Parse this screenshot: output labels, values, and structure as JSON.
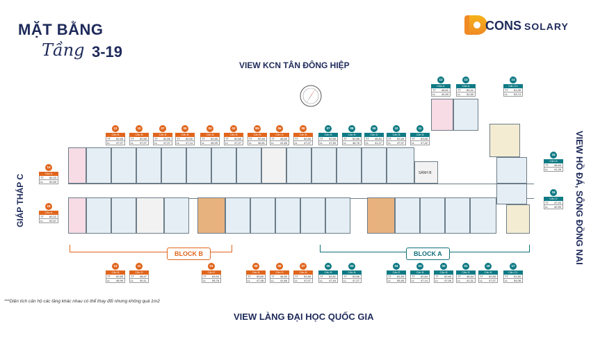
{
  "title": {
    "line1": "MẶT BẰNG",
    "line2": "Tầng",
    "line3": "3-19"
  },
  "logo": {
    "brand": "CONS",
    "brand2": "SOLARY"
  },
  "views": {
    "top": "VIEW KCN TÂN ĐÔNG HIỆP",
    "bottom": "VIEW LÀNG ĐẠI HỌC QUỐC GIA",
    "right": "VIEW HỒ ĐÁ, SÔNG ĐỒNG NAI",
    "left": "GIÁP THÁP C"
  },
  "blocks": {
    "a": "BLOCK A",
    "b": "BLOCK B"
  },
  "stair_label": "SẢNH B",
  "note": "***Diện tích căn hộ các tầng khác nhau có thể thay đổi nhưng không quá 1m2",
  "labels": {
    "tt": "TT",
    "ll": "LL"
  },
  "colors": {
    "block_b": "#e0651c",
    "block_a": "#0f6f7a",
    "title": "#1e2a5a"
  },
  "units": [
    {
      "no": "12",
      "name": "Căn B",
      "tt": "52,65",
      "ll": "47,07",
      "side": "o"
    },
    {
      "no": "10",
      "name": "Căn B",
      "tt": "52,65",
      "ll": "47,07",
      "side": "o"
    },
    {
      "no": "07",
      "name": "Căn B",
      "tt": "52,65",
      "ll": "47,07",
      "side": "o"
    },
    {
      "no": "05",
      "name": "Căn B",
      "tt": "52,65",
      "ll": "47,14",
      "side": "o"
    },
    {
      "no": "03",
      "name": "Căn B",
      "tt": "52,65",
      "ll": "46,99",
      "side": "o"
    },
    {
      "no": "02",
      "name": "Căn B",
      "tt": "52,65",
      "ll": "47,07",
      "side": "o"
    },
    {
      "no": "B5",
      "name": "Căn B",
      "tt": "52,69",
      "ll": "46,81",
      "side": "o"
    },
    {
      "no": "06",
      "name": "Căn D",
      "tt": "46,50",
      "ll": "41,65",
      "side": "o"
    },
    {
      "no": "08",
      "name": "Căn B",
      "tt": "52,65",
      "ll": "47,07",
      "side": "o"
    },
    {
      "no": "07",
      "name": "Căn B",
      "tt": "52,65",
      "ll": "47,50",
      "side": "t"
    },
    {
      "no": "08",
      "name": "Căn B",
      "tt": "52,65",
      "ll": "46,76",
      "side": "t"
    },
    {
      "no": "09",
      "name": "Căn D",
      "tt": "46,54",
      "ll": "41,27",
      "side": "t"
    },
    {
      "no": "10",
      "name": "Căn B",
      "tt": "52,65",
      "ll": "47,07",
      "side": "t"
    },
    {
      "no": "11",
      "name": "Căn B",
      "tt": "53,55",
      "ll": "47,42",
      "side": "t"
    },
    {
      "no": "12",
      "name": "Căn A",
      "tt": "46,61",
      "ll": "40,93",
      "side": "t"
    },
    {
      "no": "13",
      "name": "Căn A",
      "tt": "60,41",
      "ll": "52,50",
      "side": "t"
    },
    {
      "no": "14",
      "name": "Căn C1",
      "tt": "61,05",
      "ll": "53,74",
      "side": "t"
    },
    {
      "no": "15",
      "name": "Căn D",
      "tt": "46,54",
      "ll": "41,26",
      "side": "t"
    },
    {
      "no": "16",
      "name": "Căn D",
      "tt": "47,03",
      "ll": "40,90",
      "side": "t"
    },
    {
      "no": "14",
      "name": "Căn A",
      "tt": "60,23",
      "ll": "52,50",
      "side": "o"
    },
    {
      "no": "15",
      "name": "Căn A",
      "tt": "60,22",
      "ll": "52,57",
      "side": "o"
    },
    {
      "no": "13",
      "name": "Căn B",
      "tt": "52,65",
      "ll": "46,99",
      "side": "o"
    },
    {
      "no": "11",
      "name": "Căn D",
      "tt": "48,47",
      "ll": "40,11",
      "side": "o"
    },
    {
      "no": "01",
      "name": "Căn E",
      "tt": "63,54",
      "ll": "55,78",
      "side": "o"
    },
    {
      "no": "08",
      "name": "Căn B",
      "tt": "53,69",
      "ll": "47,38",
      "side": "o"
    },
    {
      "no": "06",
      "name": "Căn D",
      "tt": "46,50",
      "ll": "41,66",
      "side": "o"
    },
    {
      "no": "07",
      "name": "Căn B",
      "tt": "52,65",
      "ll": "47,07",
      "side": "o"
    },
    {
      "no": "05",
      "name": "Căn B",
      "tt": "52,61",
      "ll": "47,44",
      "side": "t"
    },
    {
      "no": "03",
      "name": "Căn B",
      "tt": "53,56",
      "ll": "47,27",
      "side": "t"
    },
    {
      "no": "04",
      "name": "Căn E",
      "tt": "62,59",
      "ll": "55,46",
      "side": "t"
    },
    {
      "no": "03",
      "name": "Căn B",
      "tt": "52,64",
      "ll": "47,14",
      "side": "t"
    },
    {
      "no": "02",
      "name": "Căn B",
      "tt": "52,65",
      "ll": "47,06",
      "side": "t"
    },
    {
      "no": "01",
      "name": "Căn D",
      "tt": "46,54",
      "ll": "41,31",
      "side": "t"
    },
    {
      "no": "18",
      "name": "Căn B",
      "tt": "52,65",
      "ll": "47,07",
      "side": "t"
    },
    {
      "no": "17",
      "name": "Căn C1",
      "tt": "61,50",
      "ll": "54,08",
      "side": "t"
    }
  ]
}
